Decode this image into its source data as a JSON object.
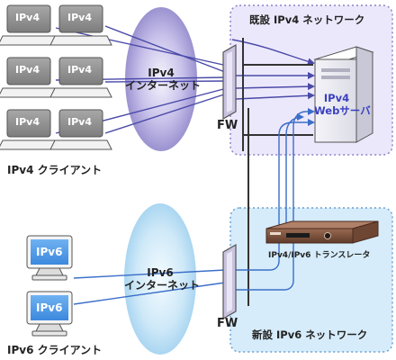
{
  "ipv4_clients": {
    "label": "IPv4 クライアント",
    "pcs": [
      {
        "label": "IPv4"
      },
      {
        "label": "IPv4"
      },
      {
        "label": "IPv4"
      },
      {
        "label": "IPv4"
      },
      {
        "label": "IPv4"
      },
      {
        "label": "IPv4"
      }
    ]
  },
  "ipv6_clients": {
    "label": "IPv6 クライアント",
    "pcs": [
      {
        "label": "IPv6"
      },
      {
        "label": "IPv6"
      }
    ]
  },
  "ipv4_internet": {
    "line1": "IPv4",
    "line2": "インターネット"
  },
  "ipv6_internet": {
    "line1": "IPv6",
    "line2": "インターネット"
  },
  "ipv4_network": {
    "label": "既設 IPv4 ネットワーク"
  },
  "ipv6_network": {
    "label": "新設 IPv6 ネットワーク"
  },
  "firewall_top": {
    "label": "FW"
  },
  "firewall_bottom": {
    "label": "FW"
  },
  "web_server": {
    "line1": "IPv4",
    "line2": "Webサーバ"
  },
  "translator": {
    "label": "IPv4/IPv6 トランスレータ"
  },
  "colors": {
    "ipv4_zone_fill": "#ece8fb",
    "ipv4_zone_border": "#8a80c8",
    "ipv6_zone_fill": "#d6ecfa",
    "ipv6_zone_border": "#6a9fd0",
    "ipv4_cloud": "#8f86c9",
    "ipv6_cloud": "#b6dcf4",
    "ipv4_link": "#4a4aa8",
    "ipv6_link": "#3a6ec8"
  }
}
